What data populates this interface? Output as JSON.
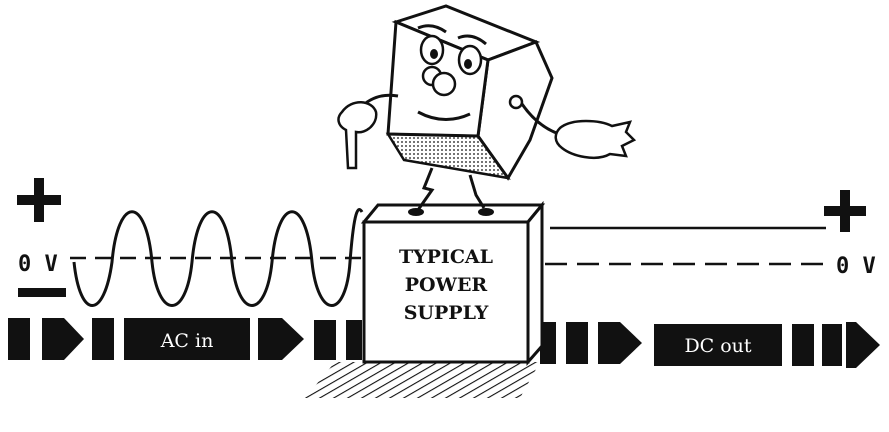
{
  "left_side": {
    "plus": "+",
    "zero": "0 V",
    "minus": "−"
  },
  "right_side": {
    "plus": "+",
    "zero": "0 V"
  },
  "box": {
    "line1": "TYPICAL",
    "line2": "POWER",
    "line3": "SUPPLY"
  },
  "arrows": {
    "ac_label": "AC in",
    "dc_label": "DC out"
  },
  "colors": {
    "ink": "#111111",
    "paper": "#ffffff"
  }
}
